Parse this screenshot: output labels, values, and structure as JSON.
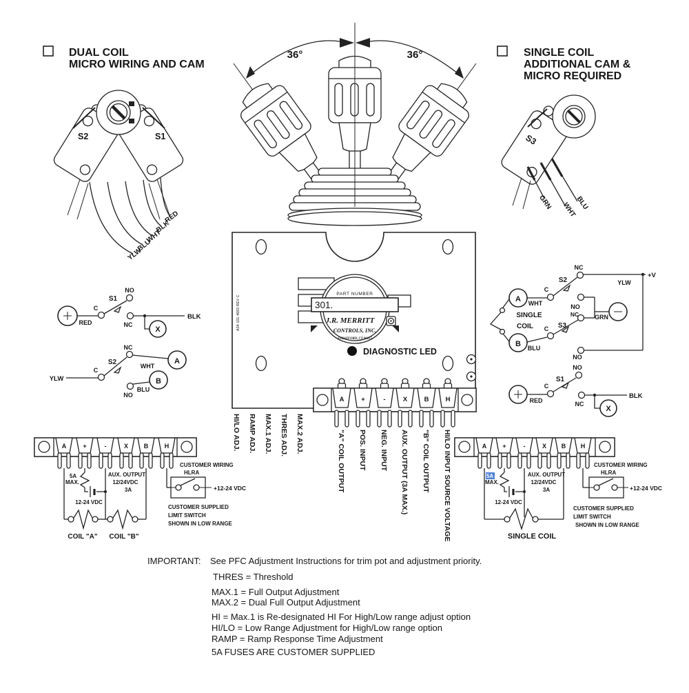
{
  "header": {
    "left_title": [
      "DUAL COIL",
      "MICRO WIRING AND CAM"
    ],
    "right_title": [
      "SINGLE COIL",
      "ADDITIONAL CAM &",
      "MICRO REQUIRED"
    ]
  },
  "angle": "36°",
  "switch_names": {
    "s1": "S1",
    "s2": "S2",
    "s3": "S3"
  },
  "cable_left": [
    "RED",
    "BLK",
    "WHT",
    "BLU",
    "YLW"
  ],
  "cable_right": [
    "GRN",
    "WHT",
    "BLU"
  ],
  "board": {
    "part_number_label": "PART NUMBER",
    "part_number": "301.",
    "company_line1": "J.R. MERRITT",
    "company_line2": "CONTROLS, INC.",
    "company_line3": "STRATFORD, CT 06615",
    "rev": "A34 101 4692 REV C",
    "led_label": "DIAGNOSTIC LED"
  },
  "contacts": {
    "no": "NO",
    "nc": "NC",
    "c": "C"
  },
  "nodes": {
    "plus": "+",
    "minus": "-",
    "a": "A",
    "b": "B",
    "x": "X",
    "h": "H",
    "plus_v": "+V"
  },
  "wires": {
    "red": "RED",
    "blk": "BLK",
    "wht": "WHT",
    "blu": "BLU",
    "ylw": "YLW",
    "grn": "GRN"
  },
  "single_coil": [
    "SINGLE",
    "COIL"
  ],
  "term": [
    "A",
    "+",
    "-",
    "X",
    "B",
    "H"
  ],
  "adj": [
    "HI/LO ADJ.",
    "RAMP ADJ.",
    "MAX.1 ADJ.",
    "THRES ADJ.",
    "MAX.2 ADJ."
  ],
  "ports": [
    "\"A\" COIL OUTPUT",
    "POS. INPUT",
    "NEG. INPUT",
    "AUX. OUTPUT (3A MAX.)",
    "\"B\" COIL OUTPUT",
    "HI/LO INPUT SOURCE VOLTAGE"
  ],
  "wiring": {
    "fuse": "5A",
    "max": "MAX.",
    "vdc": "12-24 VDC",
    "aux1": "AUX. OUTPUT",
    "aux2": "12/24VDC",
    "aux3": "3A",
    "coil_a": "COIL \"A\"",
    "coil_b": "COIL \"B\"",
    "single_coil": "SINGLE COIL",
    "customer_wiring": "CUSTOMER WIRING",
    "hlra": "HLRA",
    "plus_vdc": "+12-24 VDC",
    "supplied1": "CUSTOMER SUPPLIED",
    "supplied2": "LIMIT SWITCH",
    "supplied3": "SHOWN IN LOW RANGE"
  },
  "important": {
    "heading": "IMPORTANT:",
    "lines": [
      "See PFC Adjustment Instructions for trim pot and adjustment priority.",
      "THRES = Threshold",
      "MAX.1 = Full Output Adjustment",
      "MAX.2 = Dual Full Output Adjustment",
      "HI = Max.1 is Re-designated HI For High/Low range adjust option",
      "HI/LO = Low Range Adjustment for High/Low range option",
      "RAMP = Ramp Response Time Adjustment",
      "5A FUSES ARE CUSTOMER SUPPLIED"
    ]
  }
}
